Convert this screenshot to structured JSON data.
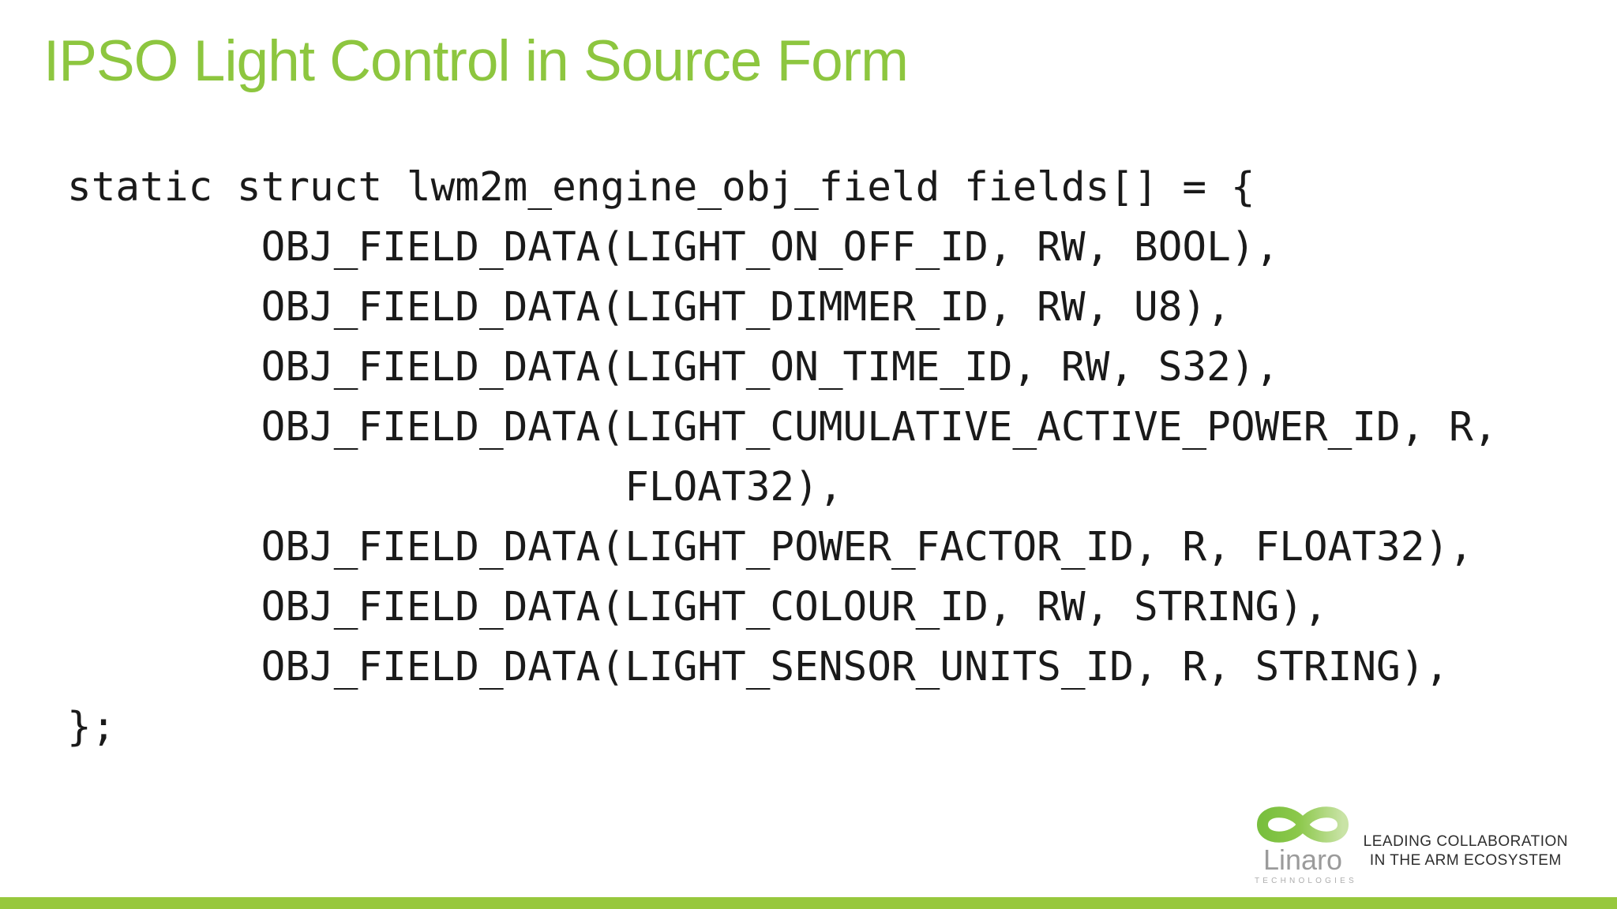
{
  "slide": {
    "title": "IPSO Light Control in Source Form",
    "title_color": "#8dc63f",
    "background_color": "#ffffff",
    "footer_bar_color": "#97c83d"
  },
  "code": {
    "language": "c",
    "text_color": "#1a1a1a",
    "lines": [
      "static struct lwm2m_engine_obj_field fields[] = {",
      "        OBJ_FIELD_DATA(LIGHT_ON_OFF_ID, RW, BOOL),",
      "        OBJ_FIELD_DATA(LIGHT_DIMMER_ID, RW, U8),",
      "        OBJ_FIELD_DATA(LIGHT_ON_TIME_ID, RW, S32),",
      "        OBJ_FIELD_DATA(LIGHT_CUMULATIVE_ACTIVE_POWER_ID, R,",
      "                       FLOAT32),",
      "        OBJ_FIELD_DATA(LIGHT_POWER_FACTOR_ID, R, FLOAT32),",
      "        OBJ_FIELD_DATA(LIGHT_COLOUR_ID, RW, STRING),",
      "        OBJ_FIELD_DATA(LIGHT_SENSOR_UNITS_ID, R, STRING),",
      "};"
    ]
  },
  "footer": {
    "logo": {
      "icon": "infinity-icon",
      "wordmark": "Linaro",
      "subtext": "TECHNOLOGIES",
      "icon_green_dark": "#79bf3e",
      "icon_green_light": "#c9e3a6",
      "wordmark_color": "#9b9b9b",
      "subtext_color": "#aeaeae"
    },
    "tagline_line1": "LEADING COLLABORATION",
    "tagline_line2": "IN THE ARM ECOSYSTEM"
  }
}
